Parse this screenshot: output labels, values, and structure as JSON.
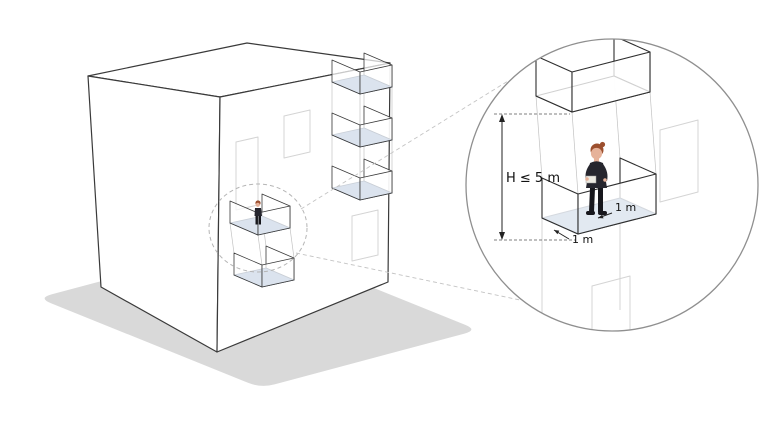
{
  "figure": {
    "labels": {
      "height_limit": "H ≤ 5 m",
      "balcony_depth": "1 m",
      "balcony_width": "1 m"
    },
    "colors": {
      "balcony_floor": "#7d99c0",
      "ground": "#d9d9d9",
      "outline": "#3a3a3a",
      "dashed_guide": "#c4c4c4",
      "dimension_line": "#222222",
      "person_clothes": "#26262e",
      "person_hair": "#9c4f2e",
      "person_skin": "#e6b29a"
    }
  }
}
